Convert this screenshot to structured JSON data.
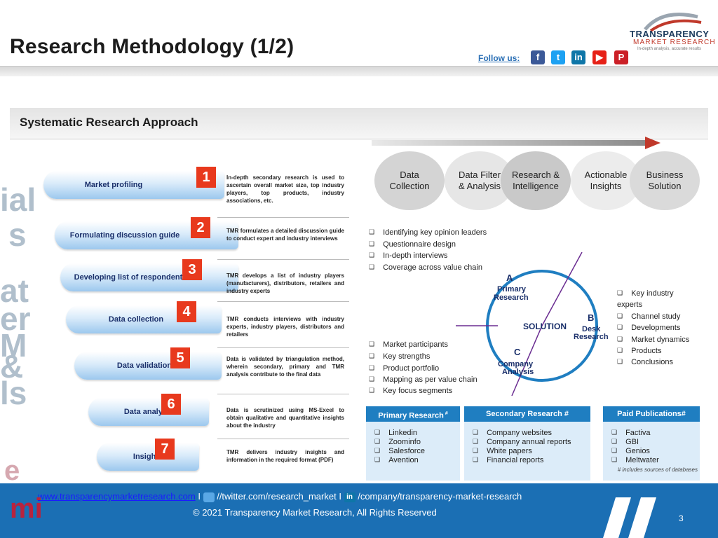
{
  "header": {
    "title": "Research Methodology (1/2)",
    "follow_label": "Follow us:",
    "social": [
      {
        "icon": "facebook-icon",
        "glyph": "f",
        "color": "#3b5998"
      },
      {
        "icon": "twitter-icon",
        "glyph": "t",
        "color": "#1da1f2"
      },
      {
        "icon": "linkedin-icon",
        "glyph": "in",
        "color": "#0e76a8"
      },
      {
        "icon": "youtube-icon",
        "glyph": "▶",
        "color": "#e62117"
      },
      {
        "icon": "pinterest-icon",
        "glyph": "P",
        "color": "#cb2027"
      }
    ],
    "logo": {
      "name": "TRANSPARENCY",
      "sub": "MARKET RESEARCH",
      "tagline": "In-depth analysis, accurate results"
    }
  },
  "section": {
    "title": "Systematic Research Approach"
  },
  "watermark": {
    "letters": [
      "ial",
      "s",
      "at",
      "er",
      "M",
      "&",
      "ls",
      "e",
      "mi"
    ]
  },
  "steps": [
    {
      "num": "1",
      "label": "Market profiling",
      "desc": "In-depth secondary research is used to ascertain overall market size, top industry players, top products, industry associations, etc."
    },
    {
      "num": "2",
      "label": "Formulating discussion guide",
      "desc": "TMR formulates a detailed discussion guide to conduct expert and industry interviews"
    },
    {
      "num": "3",
      "label": "Developing list of respondents",
      "desc": "TMR develops a list of industry players (manufacturers), distributors, retailers and industry experts"
    },
    {
      "num": "4",
      "label": "Data collection",
      "desc": "TMR conducts interviews with industry experts, industry players, distributors and retailers"
    },
    {
      "num": "5",
      "label": "Data validation",
      "desc": "Data is validated by triangulation method, wherein secondary, primary and TMR analysis contribute to the final data"
    },
    {
      "num": "6",
      "label": "Data analysis",
      "desc": "Data is scrutinized using MS-Excel to obtain qualitative and quantitative insights about the industry"
    },
    {
      "num": "7",
      "label": "Insights",
      "desc": "TMR delivers industry insights and information in the required format (PDF)"
    }
  ],
  "process": [
    {
      "line1": "Data",
      "line2": "Collection",
      "color": "#d4d4d4"
    },
    {
      "line1": "Data Filter",
      "line2": "& Analysis",
      "color": "#e6e6e6"
    },
    {
      "line1": "Research &",
      "line2": "Intelligence",
      "color": "#c9c9c9"
    },
    {
      "line1": "Actionable",
      "line2": "Insights",
      "color": "#ececec"
    },
    {
      "line1": "Business",
      "line2": "Solution",
      "color": "#dadada"
    }
  ],
  "primary_bullets": [
    "Identifying key opinion leaders",
    "Questionnaire design",
    "In-depth interviews",
    "Coverage across value chain"
  ],
  "desk_bullets": [
    "Key industry experts",
    "Channel study",
    "Developments",
    "Market dynamics",
    "Products",
    "Conclusions"
  ],
  "company_bullets": [
    "Market participants",
    "Key strengths",
    "Product portfolio",
    "Mapping as per value chain",
    "Key focus segments"
  ],
  "solution": {
    "center": "SOLUTION",
    "a_letter": "A",
    "a_label1": "Primary",
    "a_label2": "Research",
    "b_letter": "B",
    "b_label1": "Desk",
    "b_label2": "Research",
    "c_letter": "C",
    "c_label1": "Company",
    "c_label2": "Analysis"
  },
  "boxes": [
    {
      "title": "Primary Research",
      "mark": "#",
      "items": [
        "Linkedin",
        "Zoominfo",
        "Salesforce",
        "Avention"
      ]
    },
    {
      "title": "Secondary Research #",
      "mark": "",
      "items": [
        "Company websites",
        "Company annual reports",
        "White papers",
        "Financial reports"
      ]
    },
    {
      "title": "Paid Publications#",
      "mark": "",
      "items": [
        "Factiva",
        "GBI",
        "Genios",
        "Meltwater"
      ]
    }
  ],
  "sources_note": "# includes sources of databases",
  "footer": {
    "url": "www.transparencymarketresearch.com",
    "sep1": "I",
    "twitter": "//twitter.com/research_market",
    "sep2": "I",
    "linkedin": "/company/transparency-market-research",
    "copyright": "© 2021 Transparency Market Research, All Rights Reserved",
    "page": "3"
  }
}
